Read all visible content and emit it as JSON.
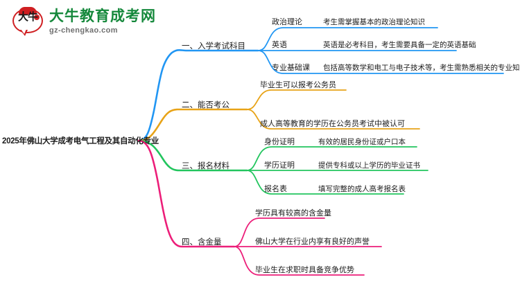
{
  "logo": {
    "mark_text": "大牛",
    "title": "大牛教育成考网",
    "subtitle": "gz-chengkao.com",
    "mark_name": "daniu-speech-bubble-logo"
  },
  "colors": {
    "branch1": "#2196f3",
    "branch2": "#e8a317",
    "branch3": "#22c55e",
    "branch4": "#ec1e79",
    "logo_green": "#15883b",
    "logo_red": "#cf1f22",
    "text": "#1c1c1c"
  },
  "mindmap": {
    "type": "mindmap",
    "root": "2025年佛山大学成考电气工程及其自动化专业",
    "branches": [
      {
        "label": "一、入学考试科目",
        "color": "#2196f3",
        "children": [
          {
            "label": "政治理论",
            "detail": "考生需掌握基本的政治理论知识"
          },
          {
            "label": "英语",
            "detail": "英语是必考科目，考生需要具备一定的英语基础"
          },
          {
            "label": "专业基础课",
            "detail": "包括高等数学和电工与电子技术等，考生需熟悉相关的专业知识"
          }
        ]
      },
      {
        "label": "二、能否考公",
        "color": "#e8a317",
        "children": [
          {
            "label": "毕业生可以报考公务员",
            "detail": ""
          },
          {
            "label": "成人高等教育的学历在公务员考试中被认可",
            "detail": ""
          }
        ]
      },
      {
        "label": "三、报名材料",
        "color": "#22c55e",
        "children": [
          {
            "label": "身份证明",
            "detail": "有效的居民身份证或户口本"
          },
          {
            "label": "学历证明",
            "detail": "提供专科或以上学历的毕业证书"
          },
          {
            "label": "报名表",
            "detail": "填写完整的成人高考报名表"
          }
        ]
      },
      {
        "label": "四、含金量",
        "color": "#ec1e79",
        "children": [
          {
            "label": "学历具有较高的含金量",
            "detail": ""
          },
          {
            "label": "佛山大学在行业内享有良好的声誉",
            "detail": ""
          },
          {
            "label": "毕业生在求职时具备竞争优势",
            "detail": ""
          }
        ]
      }
    ]
  }
}
